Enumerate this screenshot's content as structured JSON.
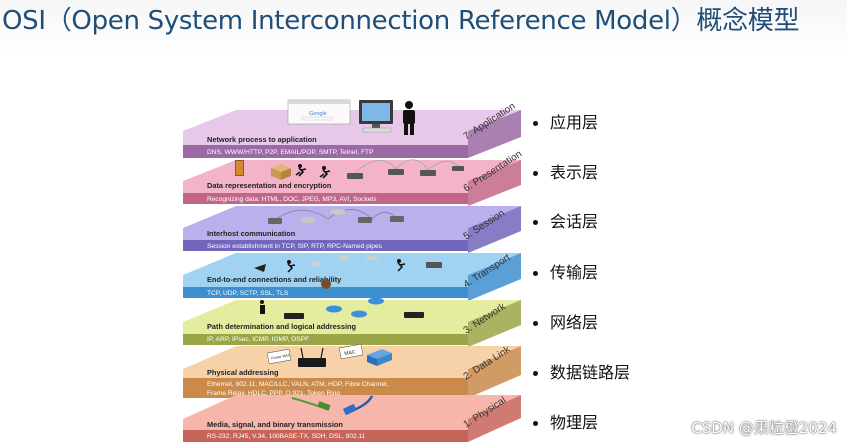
{
  "title": "OSI（Open System Interconnection Reference Model）概念模型",
  "watermark": "CSDN @果粒橙2024",
  "layers": [
    {
      "id": "application",
      "name": "7. Application",
      "title": "Network process to application",
      "protocols": [
        "DNS, WWW/HTTP, P2P, EMAIL/POP, SMTP, Telnet, FTP"
      ],
      "chinese": "应用层",
      "top_color": "#e7c8e9",
      "front_color": "#9b6aa5"
    },
    {
      "id": "presentation",
      "name": "6. Presentation",
      "title": "Data representation and encryption",
      "protocols": [
        "Recognizing data: HTML, DOC, JPEG, MP3, AVI, Sockets"
      ],
      "chinese": "表示层",
      "top_color": "#f3b4c8",
      "front_color": "#c26688"
    },
    {
      "id": "session",
      "name": "5. Session",
      "title": "Interhost communication",
      "protocols": [
        "Session establishment in TCP, SIP, RTP, RPC-Named pipes"
      ],
      "chinese": "会话层",
      "top_color": "#b9b0ec",
      "front_color": "#7265bc"
    },
    {
      "id": "transport",
      "name": "4. Transport",
      "title": "End-to-end connections and reliability",
      "protocols": [
        "TCP, UDP, SCTP, SSL, TLS"
      ],
      "chinese": "传输层",
      "top_color": "#9fd3f1",
      "front_color": "#3d8fcf"
    },
    {
      "id": "network",
      "name": "3. Network",
      "title": "Path determination and logical addressing",
      "protocols": [
        "IP, ARP, IPsec, ICMP, IGMP, OSPF"
      ],
      "chinese": "网络层",
      "top_color": "#e4ec9f",
      "front_color": "#9aa646"
    },
    {
      "id": "datalink",
      "name": "2. Data Link",
      "title": "Physical addressing",
      "protocols": [
        "Ethernet, 802.11, MAC/LLC, VALN, ATM, HDP, Fibre Channel,",
        "Frame Relay, HDLC,  PPP, Q.921, Token Ring"
      ],
      "chinese": "数据链路层",
      "top_color": "#f7d2a8",
      "front_color": "#c98a4a"
    },
    {
      "id": "physical",
      "name": "1. Physical",
      "title": "Media, signal, and binary transmission",
      "protocols": [
        "RS-232, RJ45, V.34, 100BASE-TX, SDH, DSL, 802.11"
      ],
      "chinese": "物理层",
      "top_color": "#f6b6ac",
      "front_color": "#c7645a"
    }
  ],
  "icons": {
    "browser_label": "Google",
    "router_tag": "Router MAC",
    "mac_tag": "MAC"
  }
}
